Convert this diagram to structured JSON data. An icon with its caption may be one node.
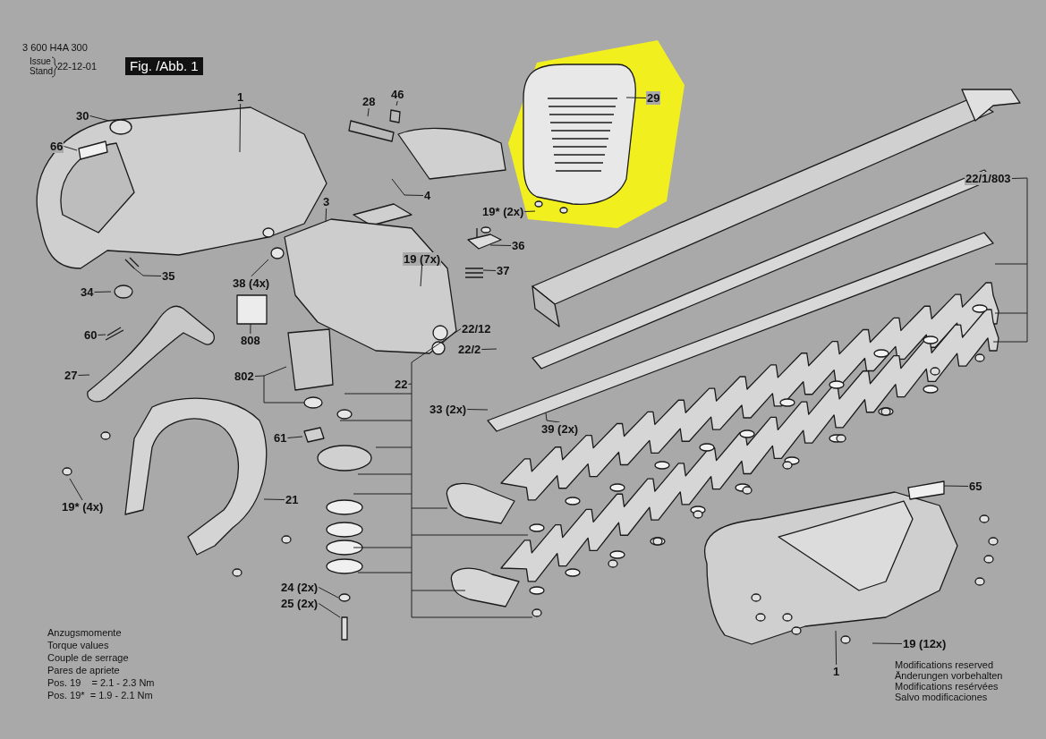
{
  "diagram": {
    "nodes": [
      {
        "text": [
          "1"
        ]
      },
      {
        "text": [
          "30"
        ]
      },
      {
        "text": [
          "66"
        ]
      },
      {
        "text": [
          "28"
        ]
      },
      {
        "text": [
          "46"
        ]
      },
      {
        "text": [
          "29"
        ]
      },
      {
        "text": [
          "4"
        ]
      },
      {
        "text": [
          "3"
        ]
      },
      {
        "text": [
          "19* (2x)"
        ]
      },
      {
        "text": [
          "36"
        ]
      },
      {
        "text": [
          "37"
        ]
      },
      {
        "text": [
          "35"
        ]
      },
      {
        "text": [
          "34"
        ]
      },
      {
        "text": [
          "38 (4x)"
        ]
      },
      {
        "text": [
          "19 (7x)"
        ]
      },
      {
        "text": [
          "22/1/803"
        ]
      },
      {
        "text": [
          "60"
        ]
      },
      {
        "text": [
          "808"
        ]
      },
      {
        "text": [
          "802"
        ]
      },
      {
        "text": [
          "27"
        ]
      },
      {
        "text": [
          "22/12"
        ]
      },
      {
        "text": [
          "22/2"
        ]
      },
      {
        "text": [
          "22"
        ]
      },
      {
        "text": [
          "33 (2x)"
        ]
      },
      {
        "text": [
          "39 (2x)"
        ]
      },
      {
        "text": [
          "61"
        ]
      },
      {
        "text": [
          "21"
        ]
      },
      {
        "text": [
          "19* (4x)"
        ]
      },
      {
        "text": [
          "65"
        ]
      },
      {
        "text": [
          "24 (2x)"
        ]
      },
      {
        "text": [
          "25 (2x)"
        ]
      },
      {
        "text": [
          "19 (12x)"
        ]
      },
      {
        "text": [
          "1"
        ]
      }
    ],
    "edges": [
      {
        "from": 0,
        "to": null,
        "arrow": "none"
      },
      {
        "from": 1,
        "to": null,
        "arrow": "none"
      },
      {
        "from": 2,
        "to": null,
        "arrow": "none"
      },
      {
        "from": 3,
        "to": null,
        "arrow": "none"
      },
      {
        "from": 4,
        "to": null,
        "arrow": "none"
      },
      {
        "from": 5,
        "to": null,
        "arrow": "none"
      },
      {
        "from": 6,
        "to": null,
        "arrow": "none"
      },
      {
        "from": 7,
        "to": null,
        "arrow": "none"
      },
      {
        "from": 8,
        "to": null,
        "arrow": "none"
      },
      {
        "from": 9,
        "to": null,
        "arrow": "none"
      },
      {
        "from": 10,
        "to": null,
        "arrow": "none"
      },
      {
        "from": 11,
        "to": null,
        "arrow": "none"
      },
      {
        "from": 12,
        "to": null,
        "arrow": "none"
      },
      {
        "from": 13,
        "to": null,
        "arrow": "none"
      },
      {
        "from": 14,
        "to": null,
        "arrow": "none"
      },
      {
        "from": 15,
        "to": null,
        "arrow": "none"
      },
      {
        "from": 16,
        "to": null,
        "arrow": "none"
      },
      {
        "from": 17,
        "to": null,
        "arrow": "none"
      },
      {
        "from": 18,
        "to": null,
        "arrow": "none"
      },
      {
        "from": 19,
        "to": null,
        "arrow": "none"
      },
      {
        "from": 20,
        "to": null,
        "arrow": "none"
      },
      {
        "from": 21,
        "to": null,
        "arrow": "none"
      },
      {
        "from": 22,
        "to": null,
        "arrow": "none"
      },
      {
        "from": 23,
        "to": null,
        "arrow": "none"
      },
      {
        "from": 24,
        "to": null,
        "arrow": "none"
      },
      {
        "from": 25,
        "to": null,
        "arrow": "none"
      },
      {
        "from": 26,
        "to": null,
        "arrow": "none"
      },
      {
        "from": 27,
        "to": null,
        "arrow": "none"
      },
      {
        "from": 28,
        "to": null,
        "arrow": "none"
      },
      {
        "from": 29,
        "to": null,
        "arrow": "none"
      },
      {
        "from": 30,
        "to": null,
        "arrow": "none"
      },
      {
        "from": 31,
        "to": null,
        "arrow": "none"
      },
      {
        "from": 32,
        "to": null,
        "arrow": "none"
      }
    ],
    "labels": [
      "3 600 H4A 300",
      "Issue",
      "Stand",
      "22-12-01",
      "Fig. /Abb. 1",
      "Anzugsmomente",
      "Torque values",
      "Couple de serrage",
      "Pares de apriete",
      "Pos. 19    = 2.1 - 2.3 Nm",
      "Pos. 19*  = 1.9 - 2.1 Nm",
      "Modifications reserved",
      "Änderungen vorbehalten",
      "Modifications resérvées",
      "Salvo modificaciones"
    ]
  }
}
